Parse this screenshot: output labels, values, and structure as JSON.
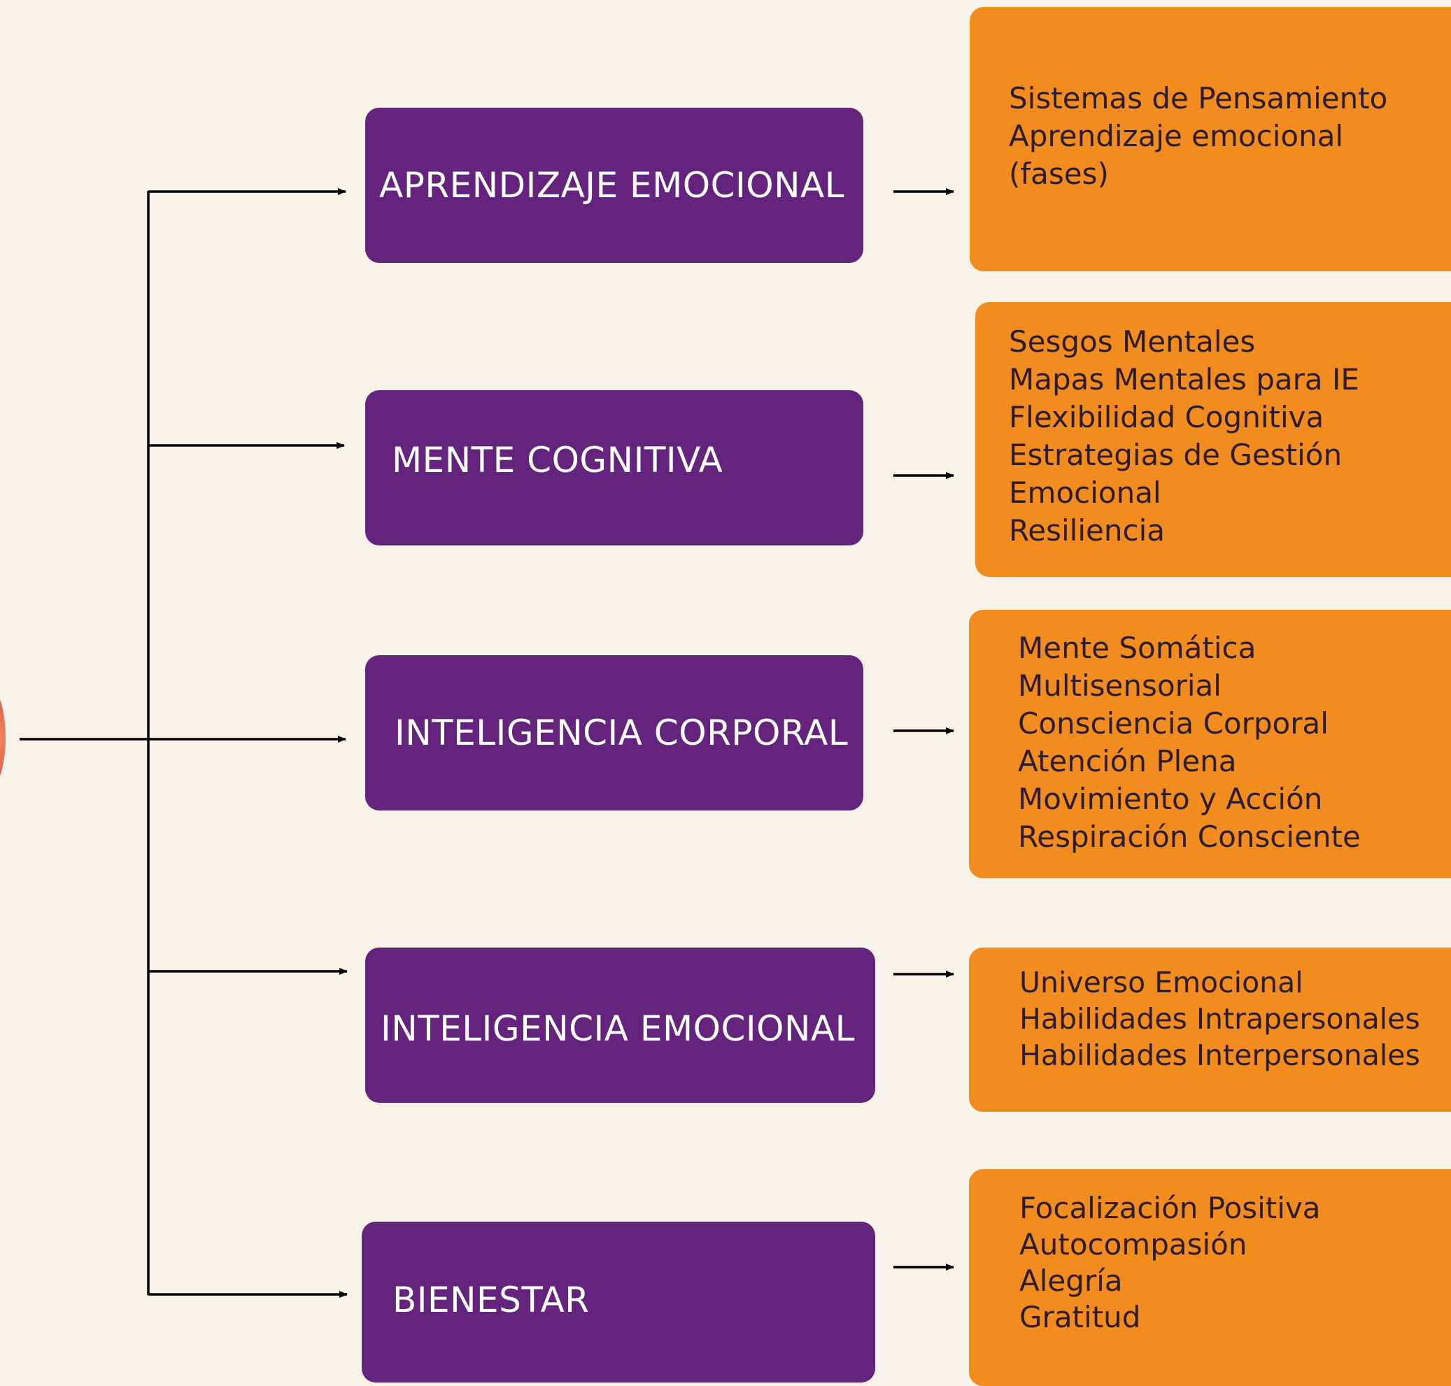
{
  "colors": {
    "background": "#f7f3e8",
    "category_fill": "#64237c",
    "category_text": "#ffffff",
    "detail_fill": "#f28c1f",
    "detail_text": "#2f1c2a",
    "connector": "#000000"
  },
  "categories": [
    {
      "label": "APRENDIZAJE EMOCIONAL",
      "items": [
        "Sistemas de Pensamiento",
        "Aprendizaje emocional",
        "(fases)"
      ]
    },
    {
      "label": "MENTE COGNITIVA",
      "items": [
        "Sesgos Mentales",
        "Mapas Mentales para IE",
        "Flexibilidad Cognitiva",
        "Estrategias de Gestión",
        "Emocional",
        "Resiliencia"
      ]
    },
    {
      "label": "INTELIGENCIA CORPORAL",
      "items": [
        "Mente Somática",
        "Multisensorial",
        "Consciencia Corporal",
        "Atención Plena",
        "Movimiento y Acción",
        "Respiración Consciente"
      ]
    },
    {
      "label": "INTELIGENCIA EMOCIONAL",
      "items": [
        "Universo Emocional",
        "Habilidades Intrapersonales",
        "Habilidades Interpersonales"
      ]
    },
    {
      "label": "BIENESTAR",
      "items": [
        "Focalización Positiva",
        "Autocompasión",
        "Alegría",
        "Gratitud"
      ]
    }
  ]
}
